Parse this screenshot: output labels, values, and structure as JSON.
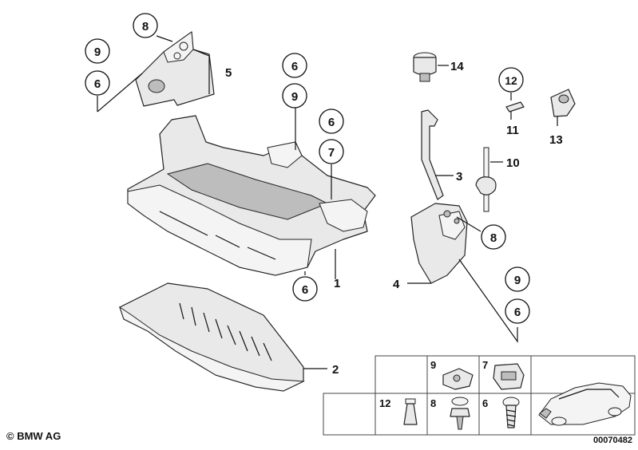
{
  "diagram": {
    "copyright": "© BMW AG",
    "drawing_number": "00070482",
    "callouts": {
      "c_8_top": "8",
      "c_9_left": "9",
      "c_6_left": "6",
      "c_6_mid": "6",
      "c_9_mid": "9",
      "c_6_mid2": "6",
      "c_7_mid": "7",
      "c_6_bottom": "6",
      "c_12": "12",
      "c_8_right": "8",
      "c_9_right": "9",
      "c_6_right": "6"
    },
    "labels": {
      "l_5": "5",
      "l_14": "14",
      "l_11": "11",
      "l_13": "13",
      "l_10": "10",
      "l_3": "3",
      "l_1": "1",
      "l_4": "4",
      "l_2": "2"
    },
    "grid_labels": {
      "g_9": "9",
      "g_7": "7",
      "g_12": "12",
      "g_8": "8",
      "g_6": "6"
    }
  }
}
